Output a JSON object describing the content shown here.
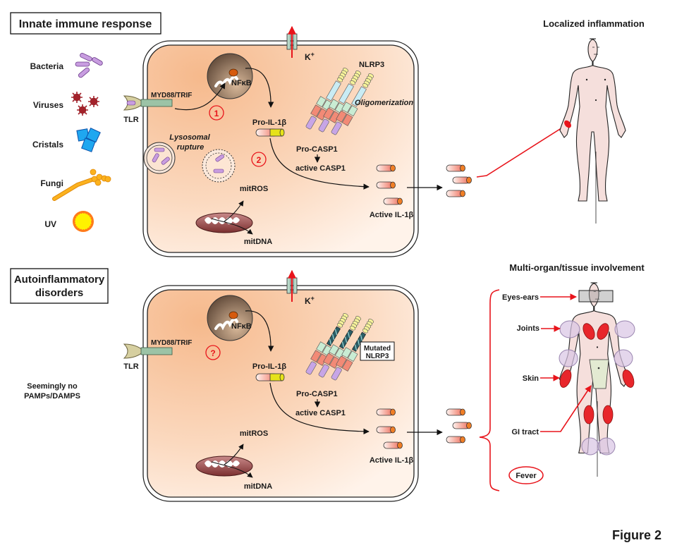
{
  "panels": {
    "top": {
      "title": "Innate immune response",
      "triggers": [
        {
          "label": "Bacteria",
          "icon": "bacteria-icon"
        },
        {
          "label": "Viruses",
          "icon": "virus-icon"
        },
        {
          "label": "Cristals",
          "icon": "crystal-icon"
        },
        {
          "label": "Fungi",
          "icon": "fungi-icon"
        },
        {
          "label": "UV",
          "icon": "uv-sun-icon"
        }
      ],
      "receptor": "TLR",
      "adaptor": "MYD88/TRIF",
      "nucleus_factor": "NFκB",
      "step1": "1",
      "step2": "2",
      "lysosome_label_1": "Lysosomal",
      "lysosome_label_2": "rupture",
      "potassium": "K",
      "potassium_sup": "+",
      "inflammasome": "NLRP3",
      "oligomerization": "Oligomerization",
      "pro_il1b": "Pro-IL-1β",
      "pro_casp1": "Pro-CASP1",
      "active_casp1": "active CASP1",
      "mitros": "mitROS",
      "mitdna": "mitDNA",
      "active_il1b": "Active IL-1β",
      "outcome_title": "Localized inflammation"
    },
    "bottom": {
      "title_line1": "Autoinflammatory",
      "title_line2": "disorders",
      "trigger_line1": "Seemingly no",
      "trigger_line2": "PAMPs/DAMPS",
      "receptor": "TLR",
      "adaptor": "MYD88/TRIF",
      "nucleus_factor": "NFκB",
      "question": "?",
      "potassium": "K",
      "potassium_sup": "+",
      "mutated_line1": "Mutated",
      "mutated_line2": "NLRP3",
      "pro_il1b": "Pro-IL-1β",
      "pro_casp1": "Pro-CASP1",
      "active_casp1": "active CASP1",
      "mitros": "mitROS",
      "mitdna": "mitDNA",
      "active_il1b": "Active IL-1β",
      "outcome_title": "Multi-organ/tissue involvement",
      "organs": [
        "Eyes-ears",
        "Joints",
        "Skin",
        "GI tract"
      ],
      "fever": "Fever"
    }
  },
  "figure_label": "Figure 2",
  "colors": {
    "cell_fill": "#f8c9a4",
    "arrow_red": "#e8141b",
    "il1b_cap": "#f07e26",
    "pro_domain": "#e6e21a",
    "skin": "#f5dfdc",
    "lesion": "#e8262b",
    "joint": "#d9c4e4"
  }
}
